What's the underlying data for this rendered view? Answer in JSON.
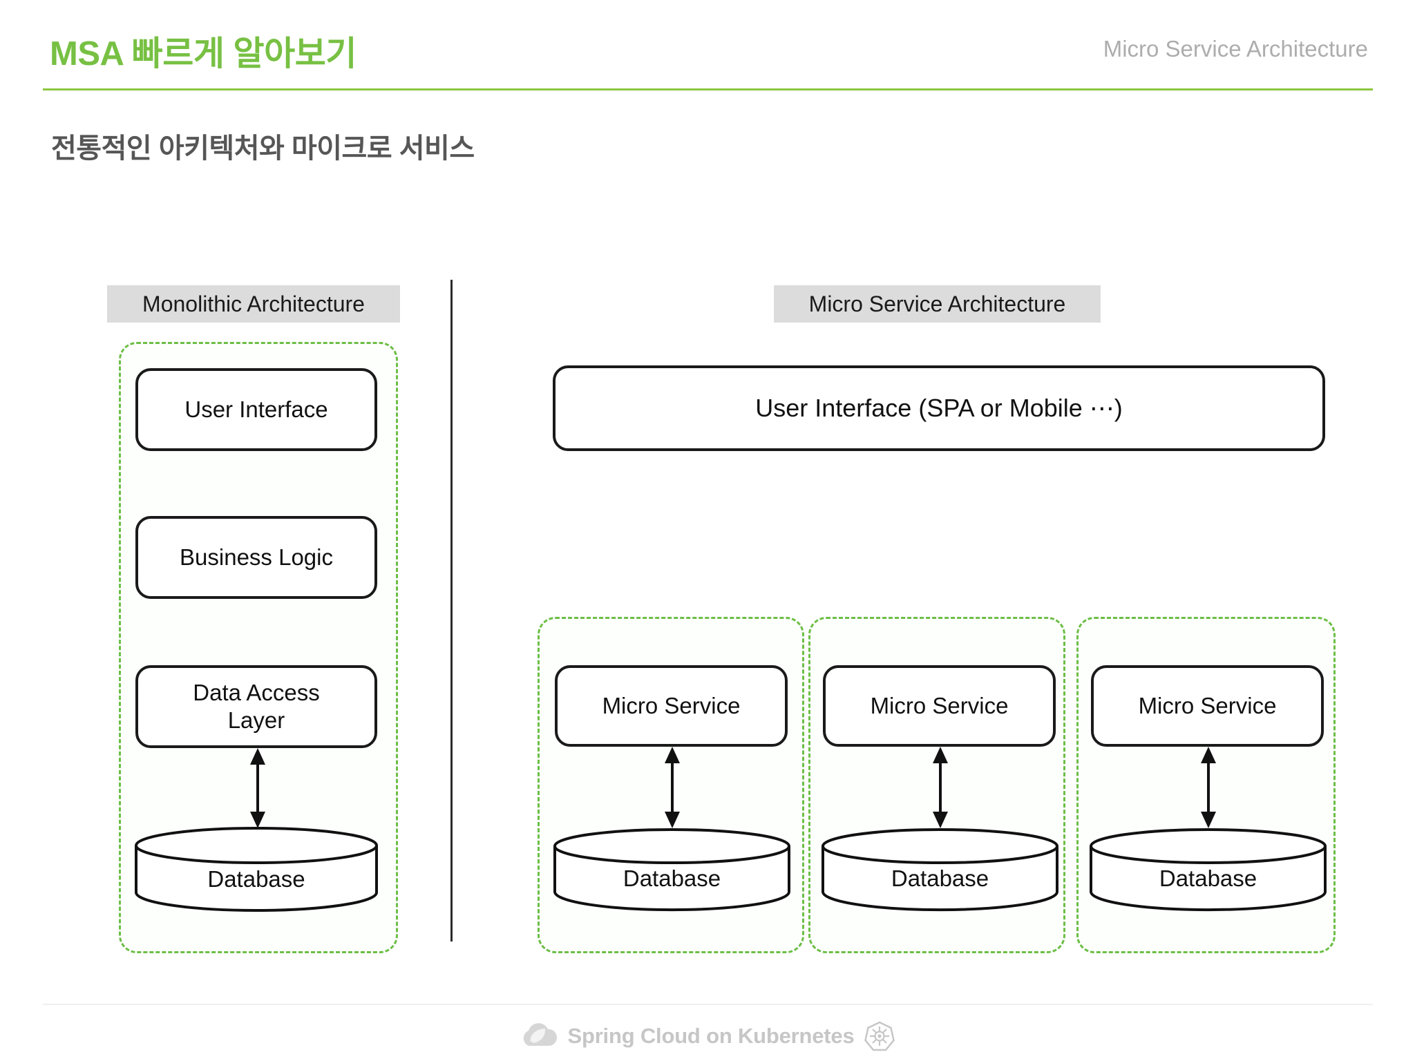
{
  "header": {
    "title": "MSA 빠르게 알아보기",
    "right_label": "Micro Service Architecture",
    "accent_color": "#8CC63E",
    "title_color": "#77C043",
    "right_label_color": "#ADADAD"
  },
  "subtitle": "전통적인 아키텍처와 마이크로 서비스",
  "diagram": {
    "left_section": {
      "caption": "Monolithic Architecture",
      "caption_bg": "#DCDCDC",
      "group_border_color": "#6CBE45",
      "boxes": [
        {
          "label": "User Interface"
        },
        {
          "label": "Business Logic"
        },
        {
          "label": "Data Access\nLayer"
        }
      ],
      "box_dal_line1": "Data Access",
      "box_dal_line2": "Layer",
      "database_label": "Database",
      "arrow": "double-headed-vertical"
    },
    "right_section": {
      "caption": "Micro Service Architecture",
      "caption_bg": "#DCDCDC",
      "ui_box_label": "User Interface (SPA or Mobile ⋯)",
      "group_border_color": "#6CBE45",
      "services": [
        {
          "service_label": "Micro Service",
          "database_label": "Database"
        },
        {
          "service_label": "Micro Service",
          "database_label": "Database"
        },
        {
          "service_label": "Micro Service",
          "database_label": "Database"
        }
      ]
    }
  },
  "footer": {
    "brand_text": "Spring Cloud on Kubernetes",
    "brand_color": "#C6C6C6",
    "spring_icon": "spring-cloud-leaf-icon",
    "kubernetes_icon": "kubernetes-wheel-icon"
  }
}
